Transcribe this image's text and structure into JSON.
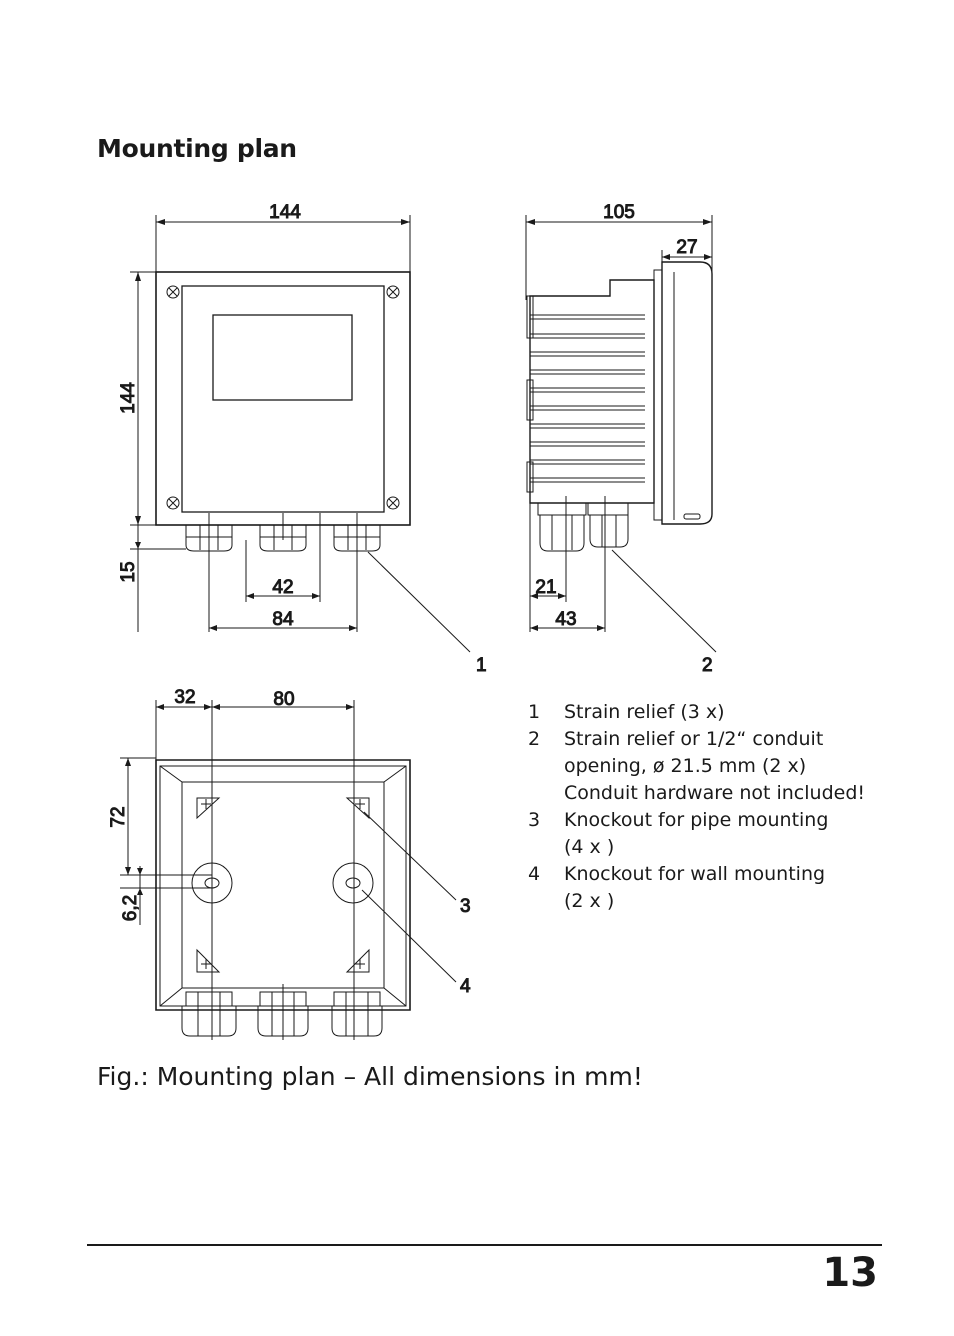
{
  "heading": "Mounting plan",
  "front_view": {
    "width_label": "144",
    "height_label": "144",
    "gland_height_label": "15",
    "pitch_inner_label": "42",
    "pitch_outer_label": "84",
    "callout": "1"
  },
  "side_view": {
    "depth_label": "105",
    "front_part_label": "27",
    "offset_small_label": "21",
    "offset_large_label": "43",
    "callout": "2"
  },
  "rear_view": {
    "horizontal_offset_label": "32",
    "horizontal_pitch_label": "80",
    "vertical_offset_label": "72",
    "hole_offset_label": "6,2",
    "callout_pipe": "3",
    "callout_wall": "4"
  },
  "legend": [
    {
      "num": "1",
      "text": "Strain relief (3 x)"
    },
    {
      "num": "2",
      "text": "Strain relief or 1/2“ conduit\nopening, ø 21.5 mm (2 x)\nConduit hardware not included!"
    },
    {
      "num": "3",
      "text": "Knockout for pipe mounting\n(4 x )"
    },
    {
      "num": "4",
      "text": "Knockout for wall mounting\n(2 x )"
    }
  ],
  "caption": "Fig.: Mounting plan – All dimensions in mm!",
  "page_number": "13"
}
